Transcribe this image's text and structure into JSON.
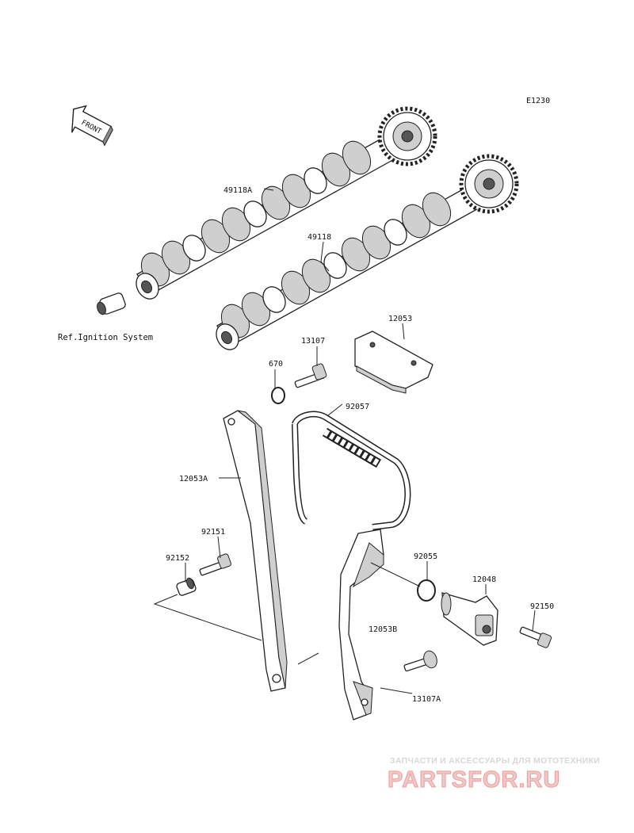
{
  "diagram": {
    "code": "E1230",
    "front_label": "FRONT",
    "reference_note": "Ref.Ignition System",
    "callouts": {
      "p49118A": "49118A",
      "p49118": "49118",
      "p12053": "12053",
      "p13107": "13107",
      "p670": "670",
      "p92057": "92057",
      "p12053A": "12053A",
      "p92151": "92151",
      "p92152": "92152",
      "p92055": "92055",
      "p12048": "12048",
      "p92150": "92150",
      "p12053B": "12053B",
      "p13107A": "13107A"
    }
  },
  "watermark": {
    "tagline": "ЗАПЧАСТИ И АКСЕССУАРЫ ДЛЯ МОТОТЕХНИКИ",
    "logo": "PARTSFOR.RU"
  }
}
